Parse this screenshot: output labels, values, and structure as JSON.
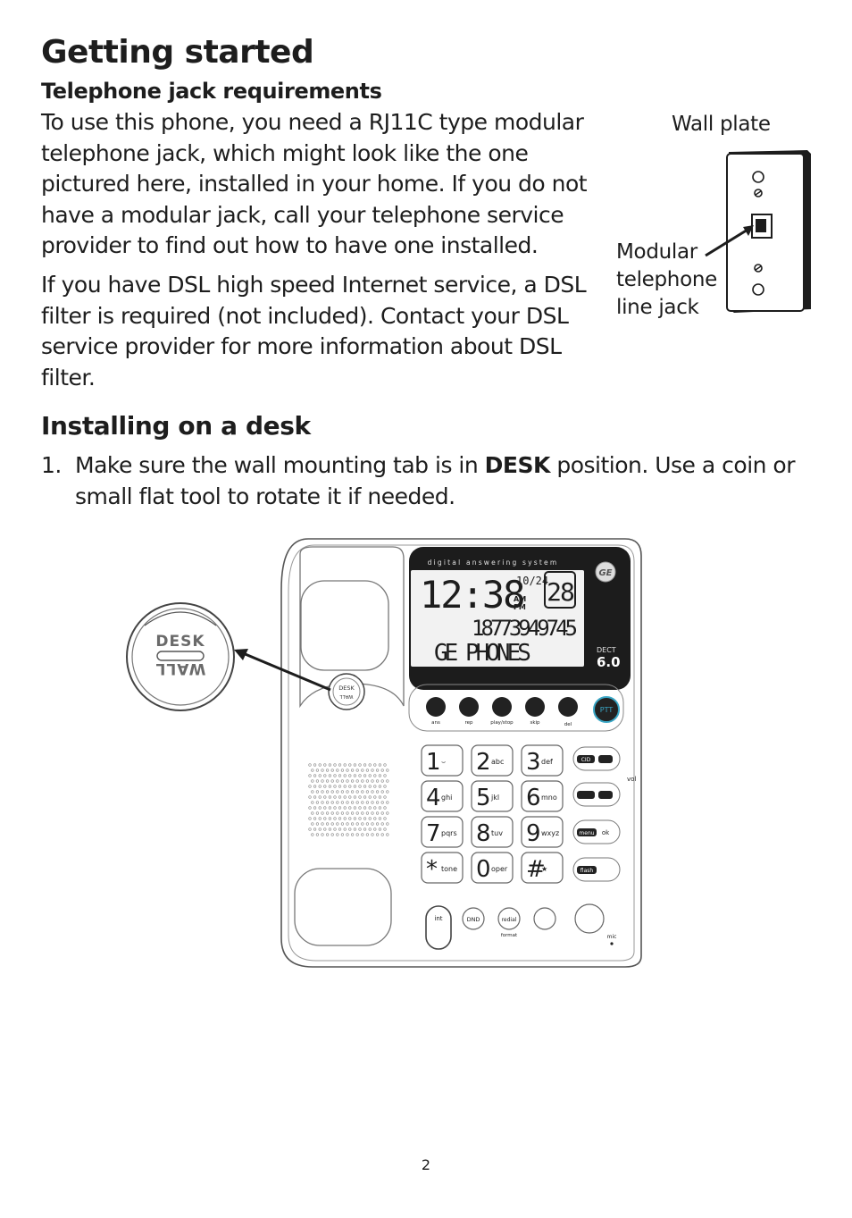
{
  "page": {
    "title": "Getting started",
    "section1_heading": "Telephone jack requirements",
    "paragraph1": "To use this phone, you need a RJ11C type modular telephone jack, which might look like the one pictured here, installed in your home. If you do not have a modular jack, call your telephone service provider to find out how to have one installed.",
    "paragraph2": "If you have DSL high speed Internet service, a DSL filter is required (not included). Contact your DSL service provider for more information about DSL filter.",
    "section2_heading": "Installing on a desk",
    "step1_number": "1.",
    "step1_before": "Make sure the wall mounting tab is in ",
    "step1_keyword": "DESK",
    "step1_after": " position. Use a coin or small flat tool to rotate it if needed.",
    "page_number": "2"
  },
  "wall_plate_figure": {
    "label_wall_plate": "Wall plate",
    "label_jack": "Modular telephone line jack"
  },
  "phone_figure": {
    "tab_desk": "DESK",
    "tab_wall": "WALL",
    "banner": "digital answering system",
    "brand": "GE",
    "lcd_time": "12:38",
    "lcd_date": "10/24",
    "lcd_am": "AM",
    "lcd_pm": "PM",
    "lcd_count": "28",
    "lcd_number": "18773949745",
    "lcd_name": "GE PHONES",
    "dect_label": "DECT",
    "dect_version": "6.0",
    "buttons": {
      "ans": "ans",
      "rep": "rep",
      "play_stop": "play/stop",
      "skip": "skip",
      "del": "del",
      "ptt": "PTT"
    },
    "keypad": [
      {
        "digit": "1",
        "letters": "⌣"
      },
      {
        "digit": "2",
        "letters": "abc"
      },
      {
        "digit": "3",
        "letters": "def"
      },
      {
        "digit": "4",
        "letters": "ghi"
      },
      {
        "digit": "5",
        "letters": "jkl"
      },
      {
        "digit": "6",
        "letters": "mno"
      },
      {
        "digit": "7",
        "letters": "pqrs"
      },
      {
        "digit": "8",
        "letters": "tuv"
      },
      {
        "digit": "9",
        "letters": "wxyz"
      },
      {
        "digit": "*",
        "letters": "tone"
      },
      {
        "digit": "0",
        "letters": "oper"
      },
      {
        "digit": "#",
        "letters": "★"
      }
    ],
    "side_buttons": {
      "cid": "CID",
      "vol": "vol",
      "menu": "menu",
      "ok": "ok",
      "flash": "flash"
    },
    "bottom_buttons": {
      "int": "int",
      "dnd": "DND",
      "redial": "redial",
      "format": "format",
      "mic": "mic"
    }
  }
}
